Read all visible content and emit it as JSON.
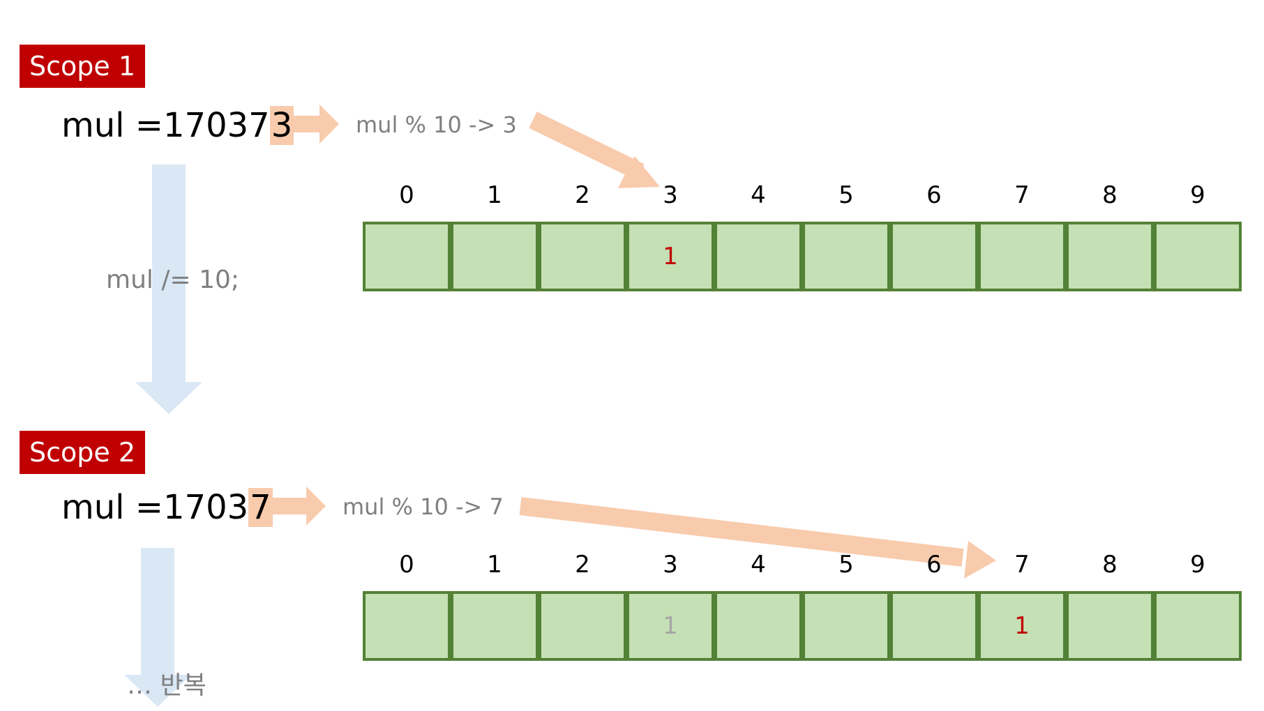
{
  "colors": {
    "badge_bg": "#c00000",
    "highlight": "#f8cbad",
    "cell_fill": "#c5e0b4",
    "cell_border": "#538135",
    "down_arrow": "#dae7f5",
    "muted_text": "#7f7f7f",
    "active_value": "#c00000",
    "faded_value": "#a6a6a6"
  },
  "scopes": [
    {
      "badge": "Scope 1",
      "mul_prefix": "mul =",
      "mul_head": "17037",
      "mul_last": "3",
      "expr": "mul % 10 -> 3",
      "indices": [
        "0",
        "1",
        "2",
        "3",
        "4",
        "5",
        "6",
        "7",
        "8",
        "9"
      ],
      "cells": [
        "",
        "",
        "",
        "1",
        "",
        "",
        "",
        "",
        "",
        ""
      ],
      "active_index": 3,
      "faded_index": null
    },
    {
      "badge": "Scope 2",
      "mul_prefix": "mul =",
      "mul_head": "1703",
      "mul_last": "7",
      "expr": "mul % 10 -> 7",
      "indices": [
        "0",
        "1",
        "2",
        "3",
        "4",
        "5",
        "6",
        "7",
        "8",
        "9"
      ],
      "cells": [
        "",
        "",
        "",
        "1",
        "",
        "",
        "",
        "1",
        "",
        ""
      ],
      "active_index": 7,
      "faded_index": 3
    }
  ],
  "step_label": "mul  /=  10;",
  "repeat_label": "… 반복",
  "icons": {
    "down_arrow": "down-arrow-icon",
    "right_arrow": "right-arrow-icon",
    "pointer_arrow": "pointer-arrow-icon"
  }
}
